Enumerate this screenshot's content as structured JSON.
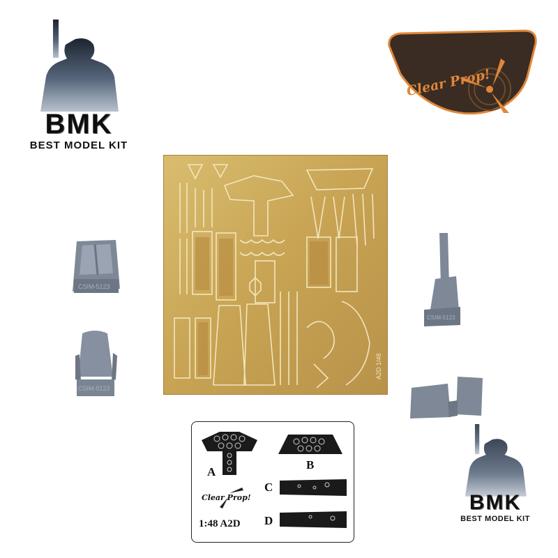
{
  "watermark": {
    "logo_text": "BMK",
    "tagline": "BEST MODEL KIT"
  },
  "brand": {
    "logo_text": "Clear Prop!",
    "badge_color": "#3a2c22",
    "accent_color": "#e0873a"
  },
  "photo_etch": {
    "marking": "A2D 1/48",
    "color": "#c9a95a"
  },
  "resin": {
    "color": "#7e8897",
    "markings": [
      "CSIM-5123",
      "CSIM-5123",
      "CSIM-5123"
    ]
  },
  "decal_card": {
    "labels": {
      "a": "A",
      "b": "B",
      "c": "C",
      "d": "D"
    },
    "logo_text": "Clear Prop!",
    "scale_text": "1:48 A2D"
  }
}
